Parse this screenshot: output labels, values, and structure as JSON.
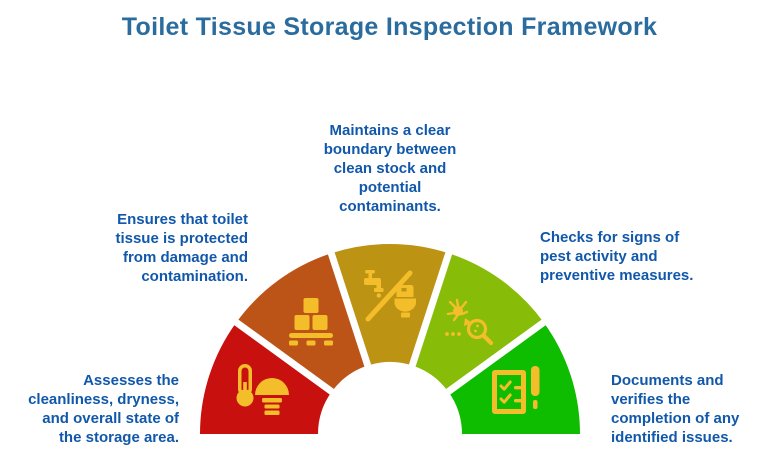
{
  "title": "Toilet Tissue Storage Inspection Framework",
  "theme": {
    "background": "#FFFFFF",
    "title-color": "#2A6C9E",
    "label-color": "#1158AB",
    "icon-color": "#F4BE2A",
    "separator-color": "#FFFFFF"
  },
  "gauge": {
    "type": "semicircle-5-segments",
    "segments": [
      {
        "name": "storage-area-condition",
        "color": "#C8100E",
        "icon": "thermometer-warehouse-icon",
        "label_lines": [
          "Assesses the",
          "cleanliness, dryness,",
          "and overall state of",
          "the storage area."
        ]
      },
      {
        "name": "tissue-protection",
        "color": "#BD5417",
        "icon": "pallet-boxes-icon",
        "label_lines": [
          "Ensures that toilet",
          "tissue is protected",
          "from damage and",
          "contamination."
        ]
      },
      {
        "name": "clean-boundary",
        "color": "#BD9314",
        "icon": "no-water-toilet-icon",
        "label_lines": [
          "Maintains a clear",
          "boundary between",
          "clean stock and",
          "potential",
          "contaminants."
        ]
      },
      {
        "name": "pest-control",
        "color": "#87BD08",
        "icon": "pest-magnifier-icon",
        "label_lines": [
          "Checks for signs of",
          "pest activity and",
          "preventive measures."
        ]
      },
      {
        "name": "documentation",
        "color": "#0EBC00",
        "icon": "checklist-pen-icon",
        "label_lines": [
          "Documents and",
          "verifies the",
          "completion of any",
          "identified issues."
        ]
      }
    ]
  }
}
